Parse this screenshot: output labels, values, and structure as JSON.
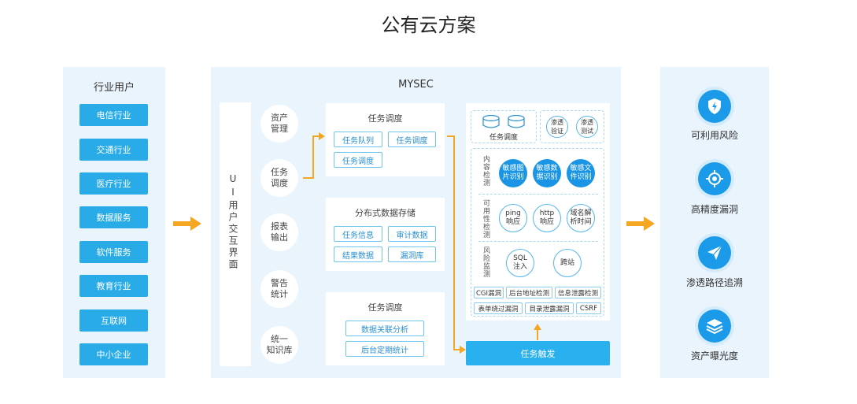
{
  "title": "公有云方案",
  "left": {
    "title": "行业用户",
    "items": [
      "电信行业",
      "交通行业",
      "医疗行业",
      "数据服务",
      "软件服务",
      "教育行业",
      "互联网",
      "中小企业"
    ]
  },
  "middle": {
    "title": "MYSEC",
    "ui_column": "UI用户交互界面",
    "circles": [
      "资产\n管理",
      "任务\n调度",
      "报表\n输出",
      "警告\n统计",
      "统一\n知识库"
    ],
    "box1": {
      "title": "任务调度",
      "tags": [
        "任务队列",
        "任务调度",
        "任务调度"
      ]
    },
    "box2": {
      "title": "分布式数据存储",
      "tags": [
        "任务信息",
        "审计数据",
        "结果数据",
        "漏洞库"
      ]
    },
    "box3": {
      "title": "任务调度",
      "tags": [
        "数据关联分析",
        "后台定期统计"
      ]
    },
    "right_block": {
      "top_label": "任务调度",
      "pen_test": [
        "渗透\n验证",
        "渗透\n测试"
      ],
      "content_label": "内容检测",
      "content_items": [
        "敏感图\n片识别",
        "敏感数\n据识别",
        "敏感文\n件识别"
      ],
      "avail_label": "可用性检测",
      "avail_items": [
        "ping\n响应",
        "http\n响应",
        "域名解\n析时间"
      ],
      "risk_label": "风险监测",
      "risk_items": [
        "SQL\n注入",
        "跨站"
      ],
      "vuln_row1": [
        "CGI漏洞",
        "后台地址检测",
        "信息泄露检测"
      ],
      "vuln_row2": [
        "表单绕过漏洞",
        "目录泄露漏洞",
        "CSRF"
      ],
      "trigger": "任务触发"
    }
  },
  "right": {
    "items": [
      {
        "label": "可利用风险",
        "icon": "shield-icon"
      },
      {
        "label": "高精度漏洞",
        "icon": "target-icon"
      },
      {
        "label": "渗透路径追溯",
        "icon": "paper-plane-icon"
      },
      {
        "label": "资产曝光度",
        "icon": "layers-icon"
      }
    ]
  },
  "colors": {
    "accent": "#29abe8",
    "panel": "#e9f4fc",
    "arrow": "#f5a623",
    "icon": "#1a9ae8"
  }
}
